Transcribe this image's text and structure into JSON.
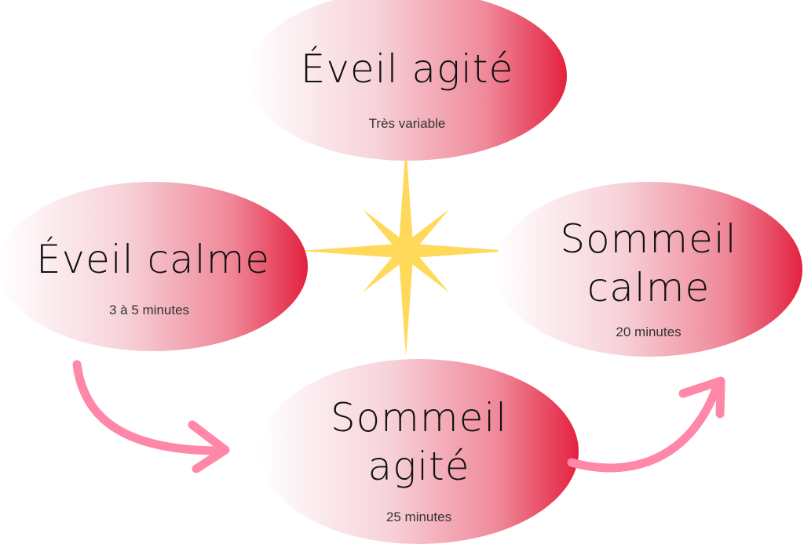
{
  "colors": {
    "ellipse_gradient_start": "#ffffff",
    "ellipse_gradient_end": "#e4213f",
    "star": "#ffd95a",
    "arrow": "#ff87a8"
  },
  "nodes": {
    "top": {
      "title": "Éveil agité",
      "subtitle": "Très variable"
    },
    "left": {
      "title": "Éveil calme",
      "subtitle": "3 à 5 minutes"
    },
    "right": {
      "title_line1": "Sommeil",
      "title_line2": "calme",
      "subtitle": "20 minutes"
    },
    "bottom": {
      "title_line1": "Sommeil",
      "title_line2": "agité",
      "subtitle": "25 minutes"
    }
  },
  "decorations": {
    "center_icon": "sparkle-star-icon",
    "arrow_left": "curved-arrow-right-icon",
    "arrow_right": "curved-arrow-up-right-icon"
  }
}
